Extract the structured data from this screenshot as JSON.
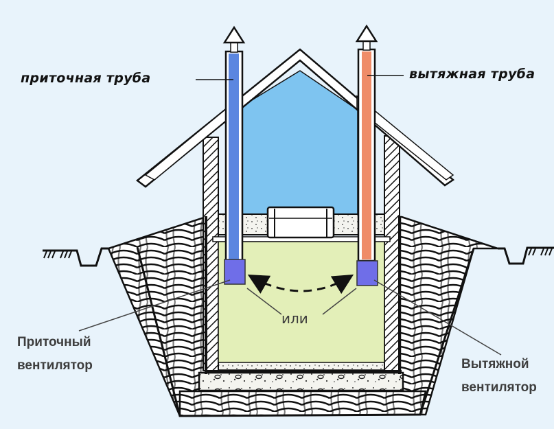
{
  "diagram": {
    "title": "Cellar ventilation scheme",
    "labels": {
      "supply_pipe": "приточная труба",
      "exhaust_pipe": "вытяжная труба",
      "or": "или",
      "supply_fan_line1": "Приточный",
      "supply_fan_line2": "вентилятор",
      "exhaust_fan_line1": "Вытяжной",
      "exhaust_fan_line2": "вентилятор"
    },
    "colors": {
      "background": "#e8f3fb",
      "supply_pipe": "#5b86e0",
      "exhaust_pipe": "#ef8c68",
      "fan": "#6f6ee8",
      "attic": "#7ec4f0",
      "cellar": "#e3efb8",
      "outline": "#111111"
    },
    "components": [
      "supply-pipe",
      "exhaust-pipe",
      "supply-fan",
      "exhaust-fan",
      "roof",
      "attic",
      "cellar",
      "walls",
      "soil",
      "foundation",
      "ground-level"
    ]
  }
}
